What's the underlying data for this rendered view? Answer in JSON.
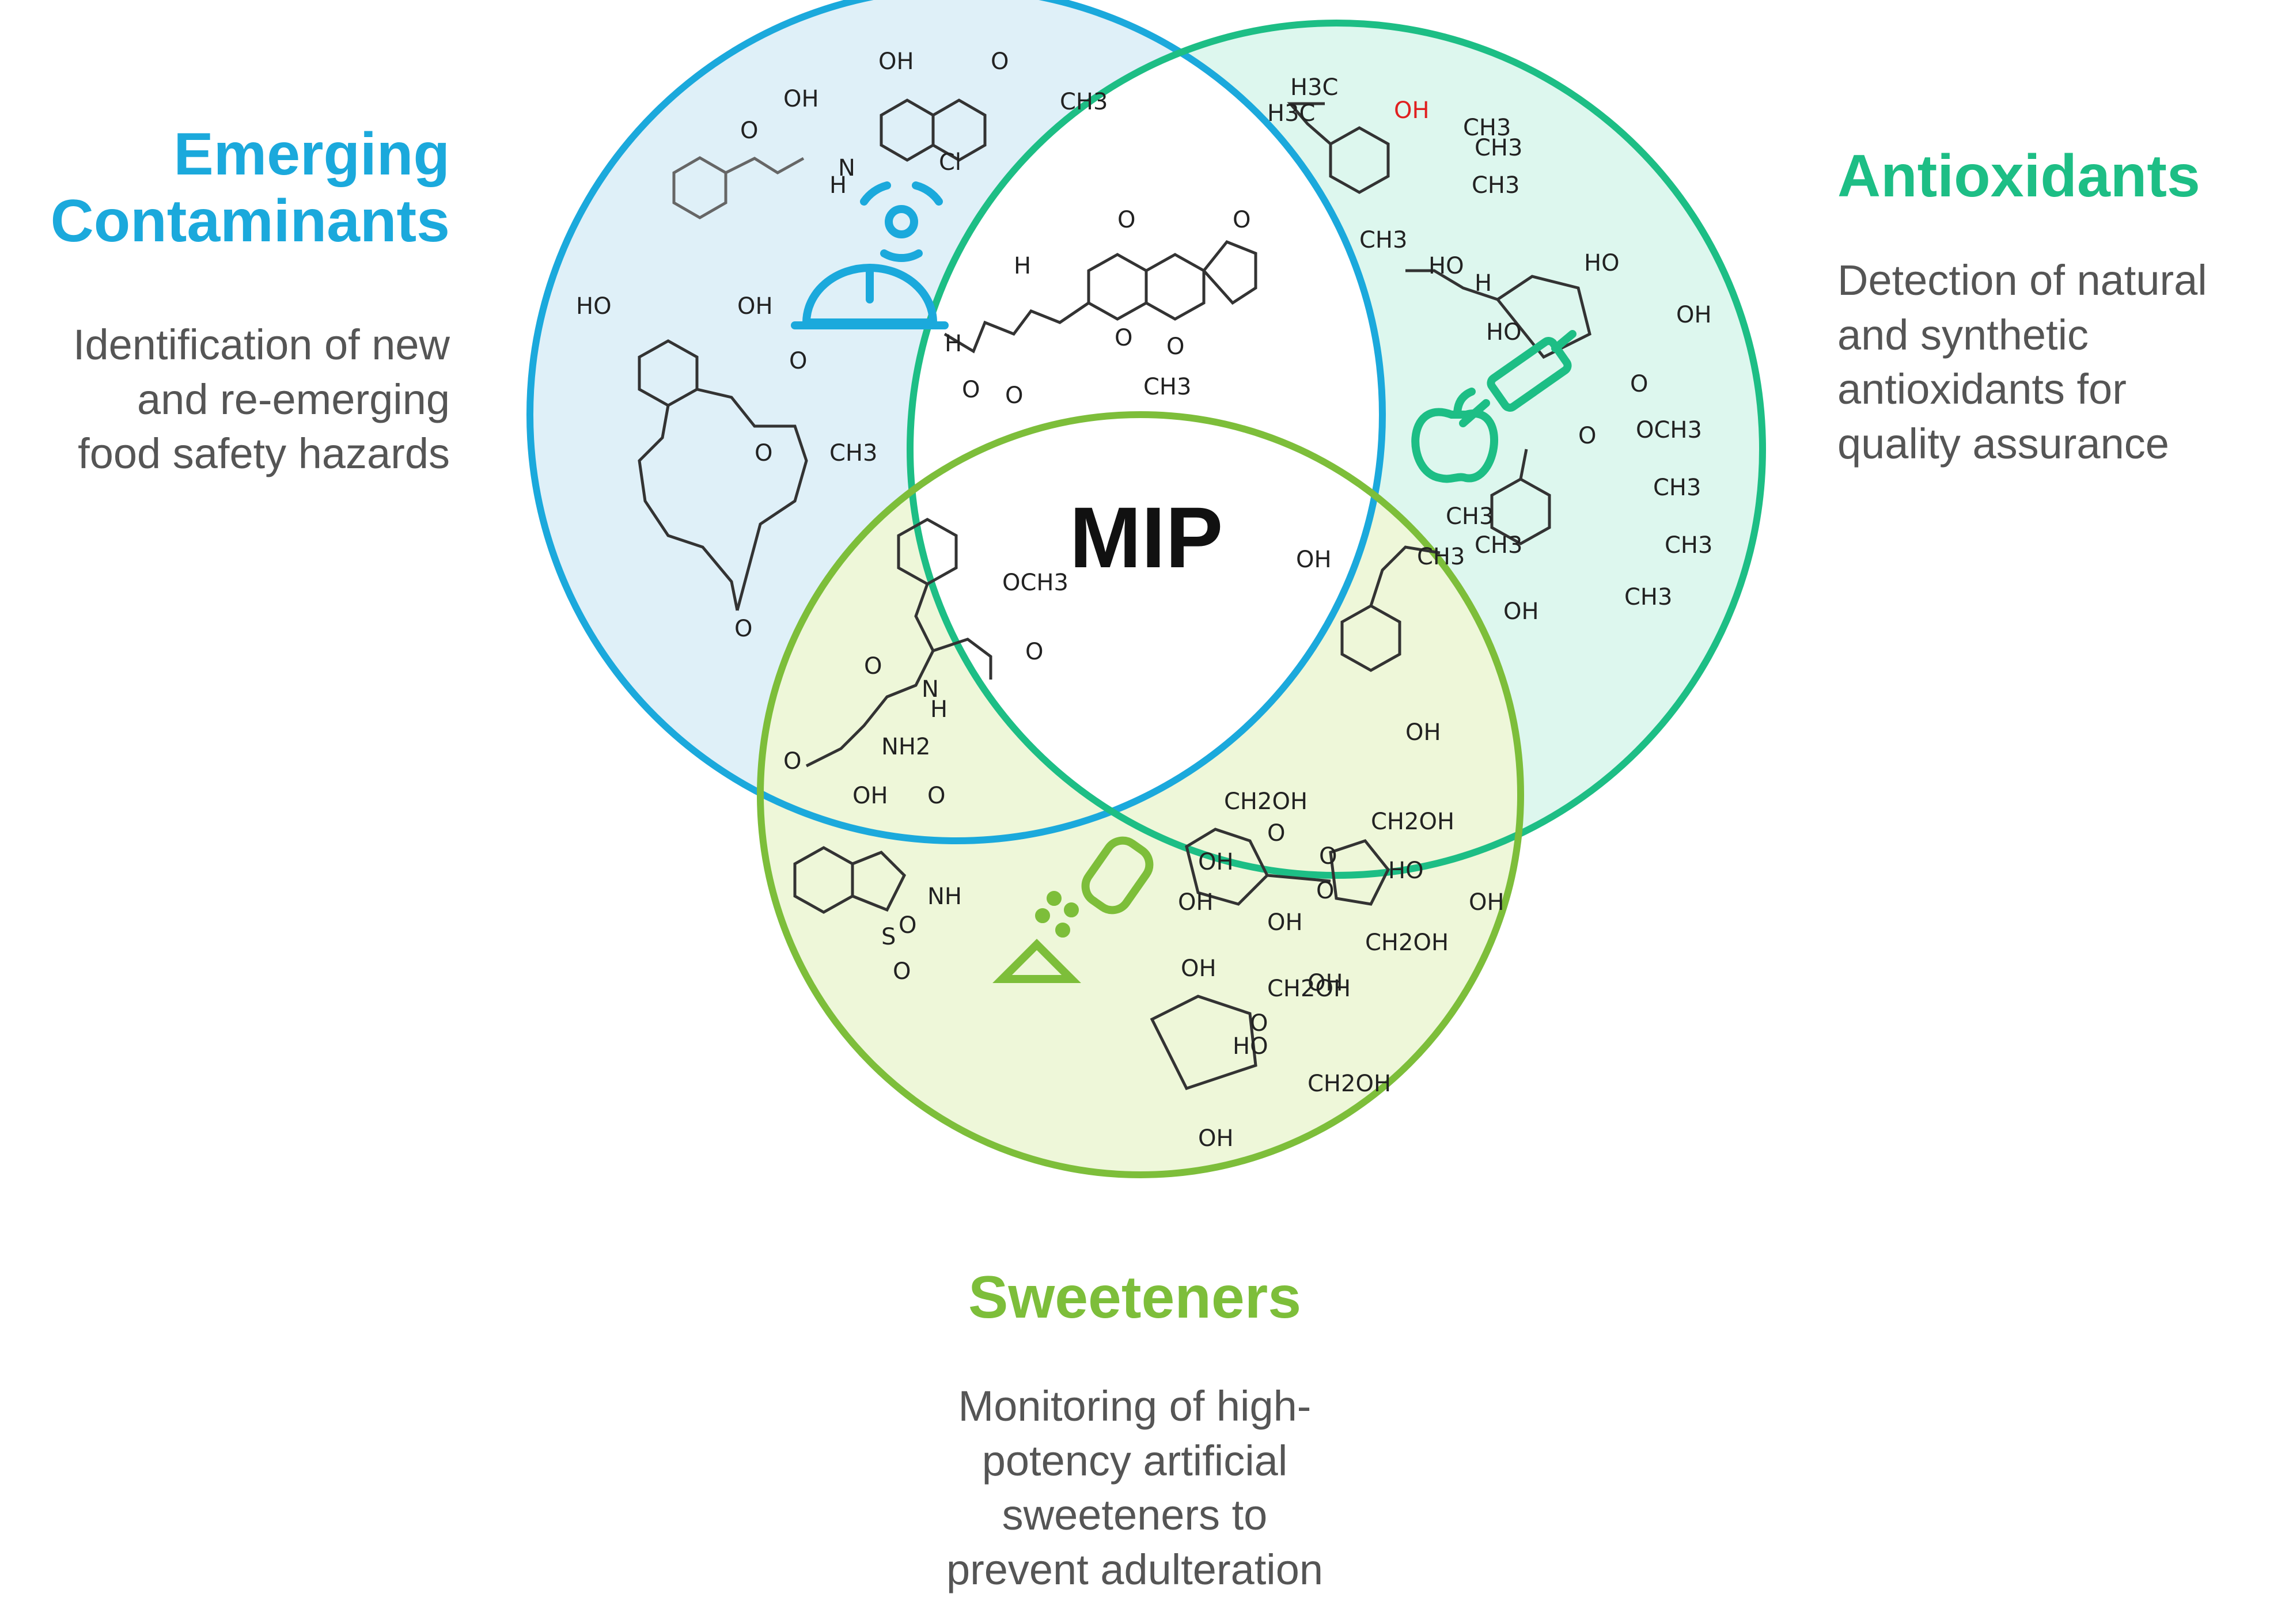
{
  "center_label": "MIP",
  "colors": {
    "contaminants": "#1BA9DC",
    "antioxidants": "#1DBE85",
    "sweeteners": "#7DBE3A",
    "contaminants_fill": "#DFF0F8",
    "antioxidants_fill": "#DDF7EE",
    "sweeteners_fill": "#EEF7D9",
    "text_gray": "#555555"
  },
  "emerging_contaminants": {
    "title_lines": [
      "Emerging",
      "Contaminants"
    ],
    "description_lines": [
      "Identification of new",
      "and re-emerging",
      "food safety hazards"
    ],
    "icons": [
      "radiation-hazard-icon",
      "hard-hat-icon"
    ],
    "molecule_labels": [
      "OH",
      "O",
      "OH",
      "O",
      "N",
      "H",
      "CH3",
      "Cl",
      "HO",
      "OH",
      "O",
      "O",
      "CH3",
      "O",
      "O",
      "O",
      "O",
      "H",
      "H",
      "O",
      "O",
      "CH3",
      "O"
    ]
  },
  "antioxidants": {
    "title": "Antioxidants",
    "description_lines": [
      "Detection of natural",
      "and synthetic",
      "antioxidants for",
      "quality assurance"
    ],
    "icons": [
      "apple-icon",
      "syringe-icon"
    ],
    "molecule_labels": [
      "H3C",
      "H3C",
      "OH",
      "CH3",
      "CH3",
      "CH3",
      "CH3",
      "HO",
      "H",
      "HO",
      "OH",
      "HO",
      "O",
      "O",
      "OCH3",
      "CH3",
      "CH3",
      "CH3",
      "CH3",
      "CH3",
      "CH3",
      "OH",
      "OH",
      "OH"
    ]
  },
  "sweeteners": {
    "title": "Sweeteners",
    "description_lines": [
      "Monitoring of high-",
      "potency artificial",
      "sweeteners to",
      "prevent adulteration"
    ],
    "icons": [
      "salt-shaker-icon"
    ],
    "molecule_labels": [
      "OCH3",
      "O",
      "O",
      "N",
      "H",
      "NH2",
      "O",
      "OH",
      "O",
      "NH",
      "S",
      "O",
      "O",
      "CH2OH",
      "CH2OH",
      "O",
      "O",
      "OH",
      "HO",
      "OH",
      "OH",
      "O",
      "OH",
      "CH2OH",
      "OH",
      "CH2OH",
      "O",
      "OH",
      "HO",
      "CH2OH",
      "OH"
    ]
  }
}
